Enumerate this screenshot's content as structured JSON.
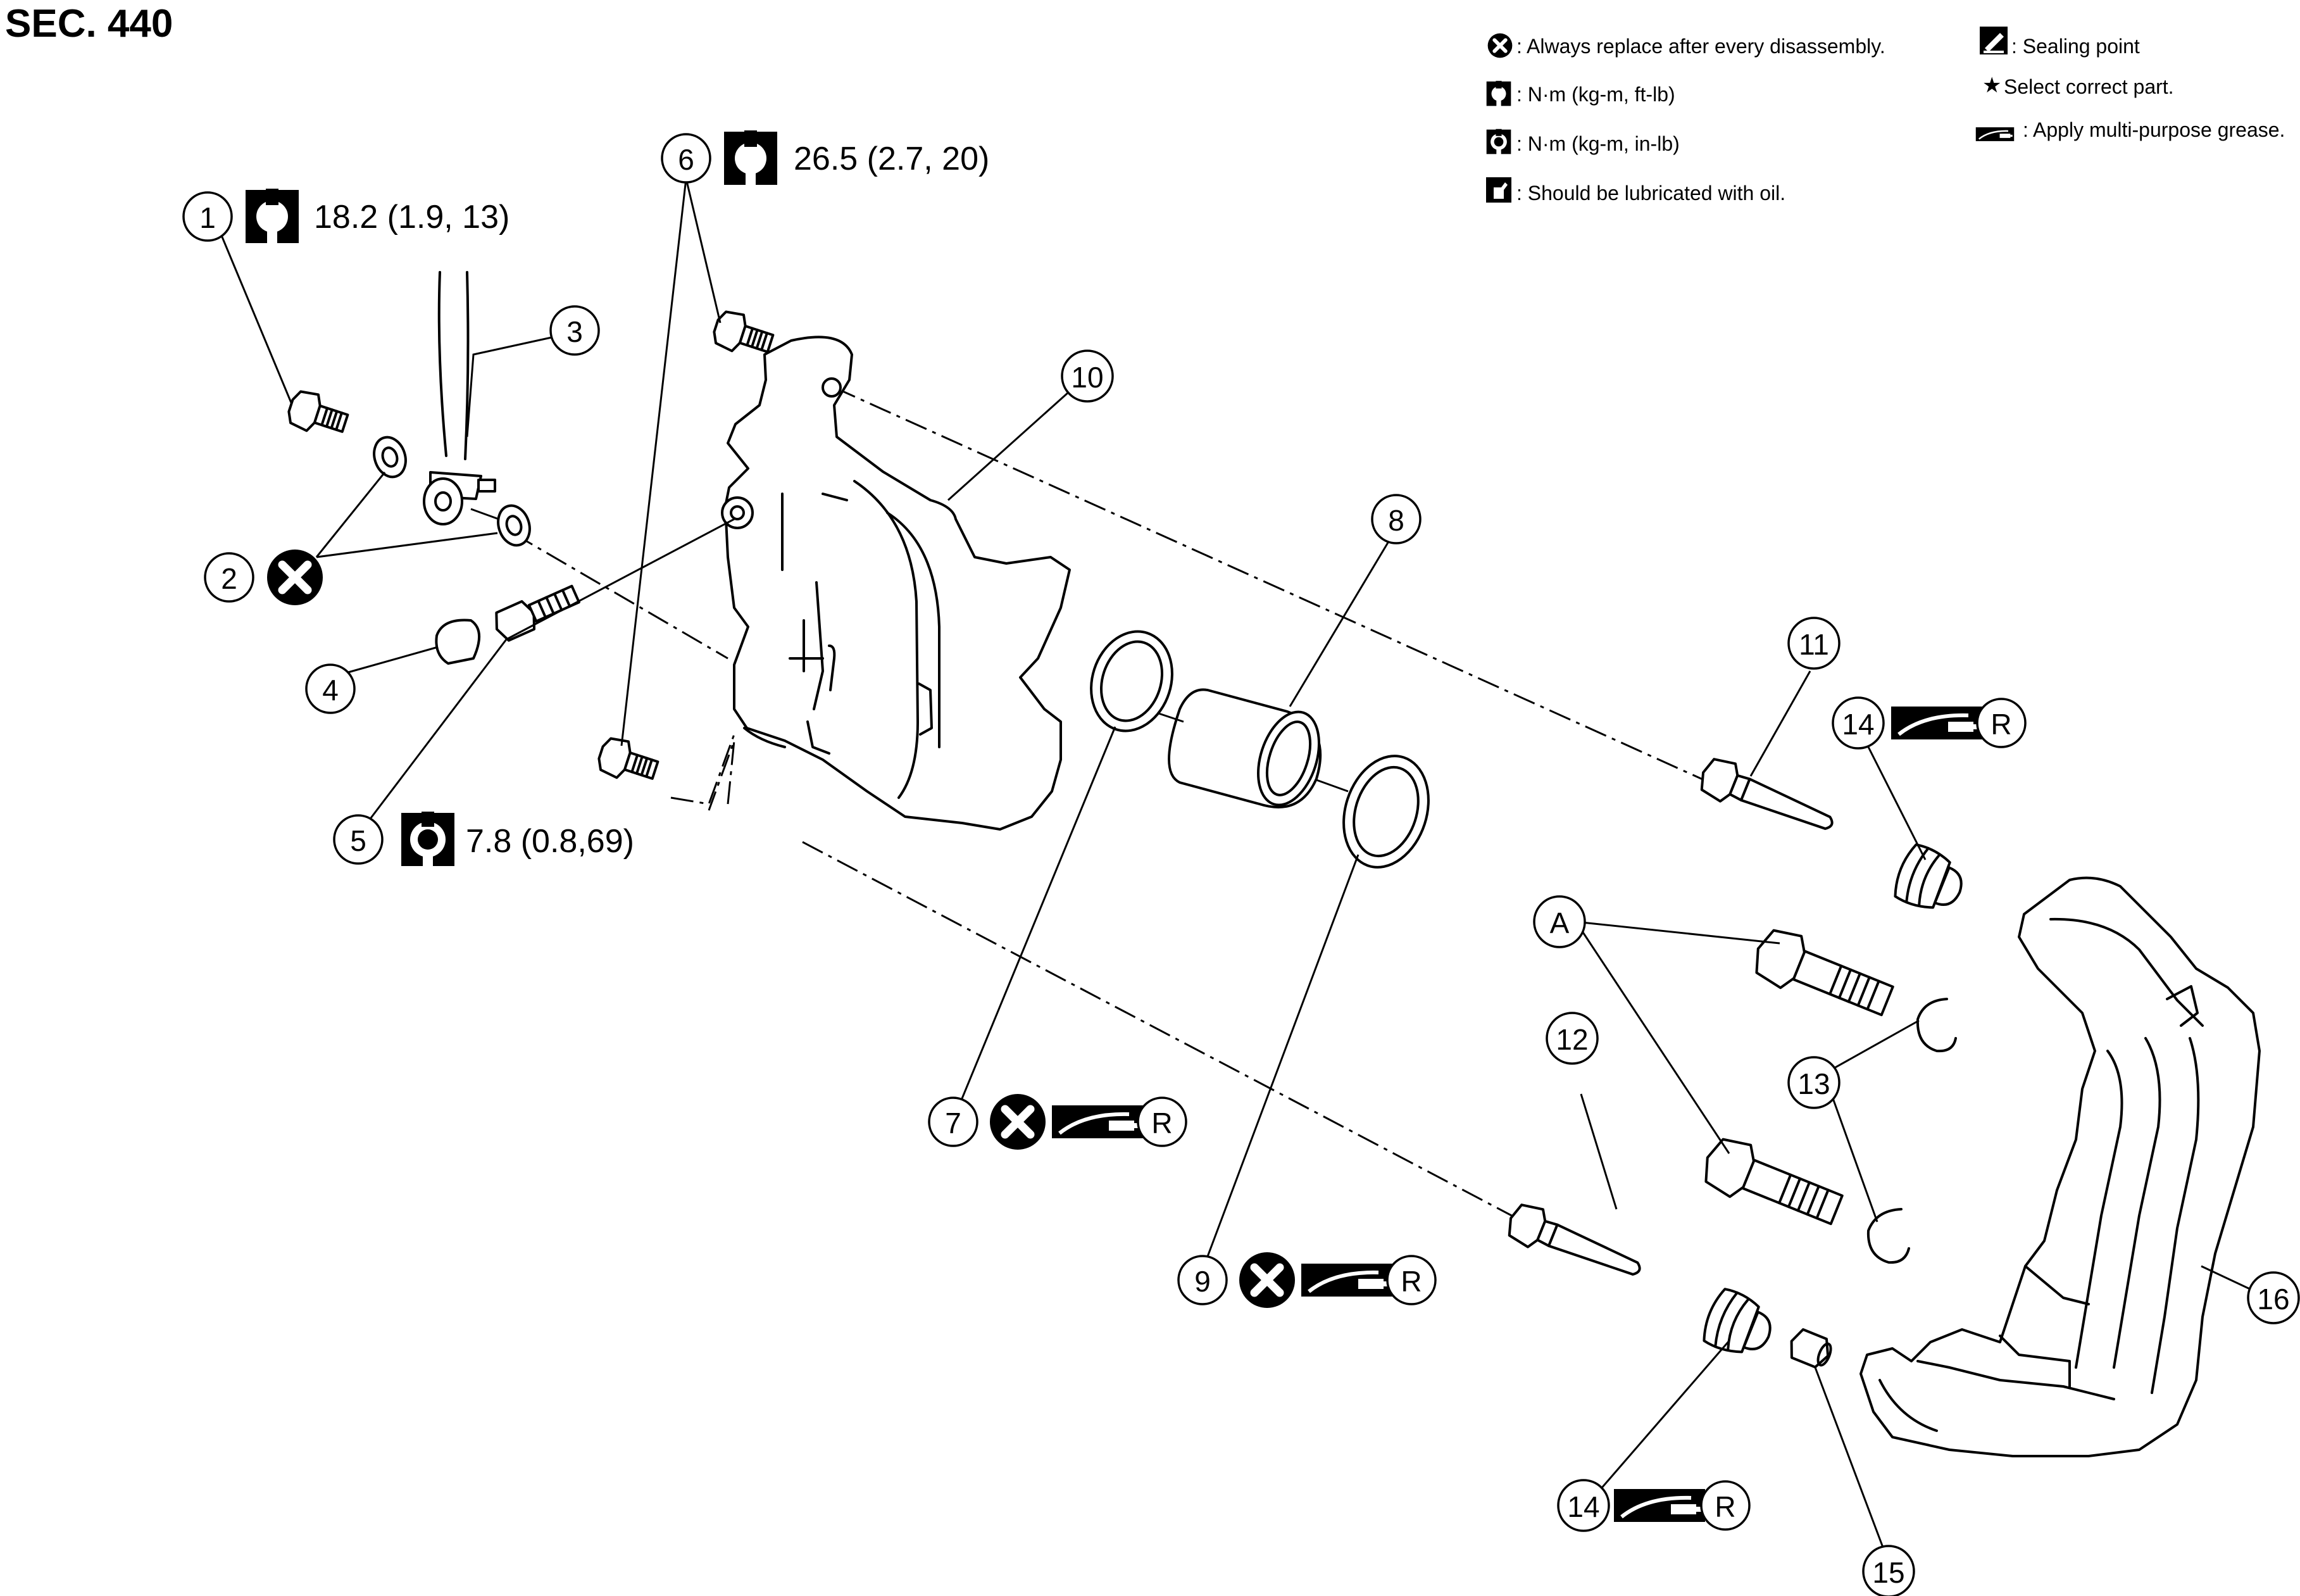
{
  "title": "SEC. 440",
  "torque": {
    "item1": "18.2 (1.9, 13)",
    "item6": "26.5 (2.7, 20)",
    "item5": "7.8 (0.8,69)"
  },
  "callouts": [
    "1",
    "2",
    "3",
    "4",
    "5",
    "6",
    "7",
    "8",
    "9",
    "10",
    "11",
    "12",
    "13",
    "14",
    "15",
    "16",
    "A"
  ],
  "reuse_marker": "R",
  "legend": {
    "always_replace": ": Always replace after every disassembly.",
    "nm_ft_lb": ": N·m (kg-m, ft-lb)",
    "nm_in_lb": ": N·m (kg-m, in-lb)",
    "lubricate_oil": ": Should be lubricated with oil.",
    "sealing_point": ": Sealing point",
    "select_part": "Select correct part.",
    "grease": ": Apply multi-purpose grease."
  },
  "icons": [
    "replace-x-icon",
    "wrench-ftlb-icon",
    "wrench-inlb-icon",
    "oil-can-icon",
    "sealing-point-icon",
    "star-icon",
    "grease-icon"
  ]
}
